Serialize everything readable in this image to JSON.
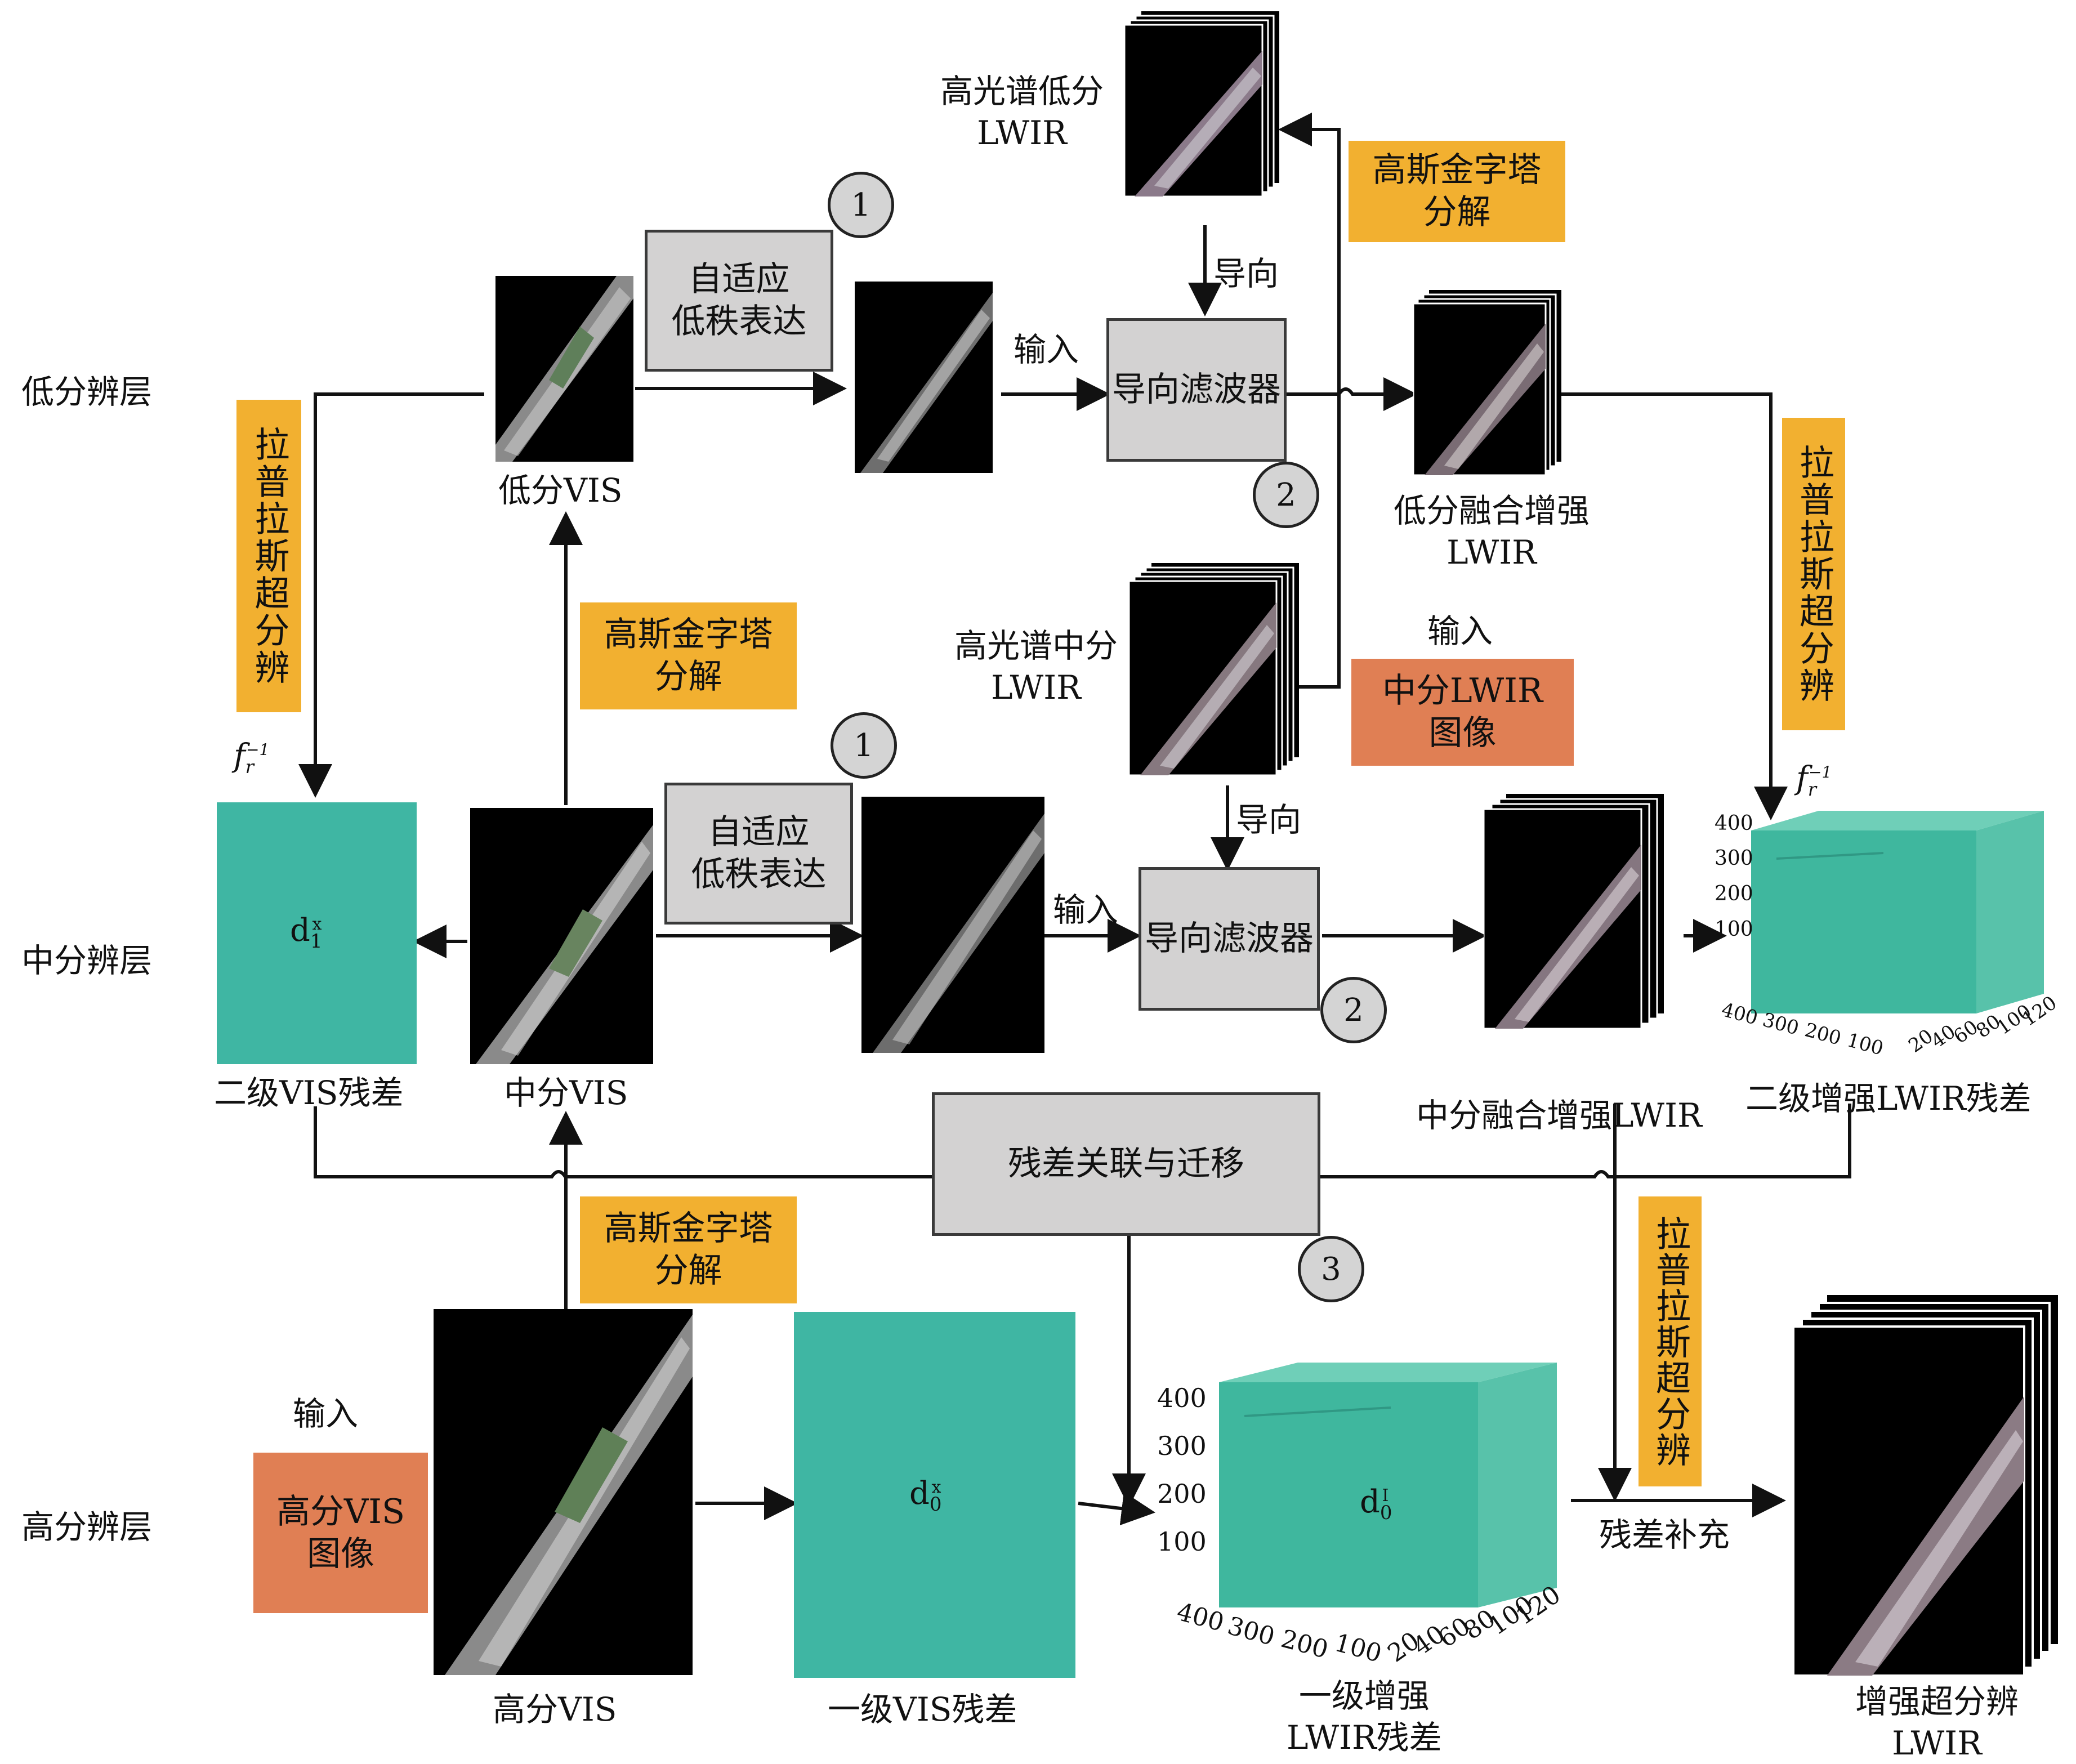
{
  "layers": {
    "low": "低分辨层",
    "mid": "中分辨层",
    "high": "高分辨层"
  },
  "boxes": {
    "adaptive_low_rank_1": "自适应\n低秩表达",
    "adaptive_low_rank_2": "自适应\n低秩表达",
    "guided_filter_1": "导向滤波器",
    "guided_filter_2": "导向滤波器",
    "residual_transfer": "残差关联与迁移",
    "gaussian_pyramid_top": "高斯金字塔\n分解",
    "gaussian_pyramid_mid": "高斯金字塔\n分解",
    "gaussian_pyramid_bottom": "高斯金字塔\n分解",
    "laplacian_left": "拉普拉斯超分辨",
    "laplacian_right": "拉普拉斯超分辨",
    "laplacian_bottom": "拉普拉斯超分辨",
    "mid_lwir_image": "中分LWIR\n图像",
    "high_vis_image": "高分VIS\n图像"
  },
  "labels": {
    "hyperspectral_low_lwir": "高光谱低分\nLWIR",
    "hyperspectral_mid_lwir": "高光谱中分\nLWIR",
    "low_vis": "低分VIS",
    "mid_vis": "中分VIS",
    "high_vis": "高分VIS",
    "low_fused_lwir": "低分融合增强\nLWIR",
    "mid_fused_lwir": "中分融合增强LWIR",
    "second_vis_residual": "二级VIS残差",
    "second_lwir_residual": "二级增强LWIR残差",
    "first_vis_residual": "一级VIS残差",
    "first_lwir_residual": "一级增强\nLWIR残差",
    "enhanced_sr_lwir": "增强超分辨\nLWIR",
    "guide_1": "导向",
    "guide_2": "导向",
    "input_1": "输入",
    "input_2": "输入",
    "input_3": "输入",
    "input_4": "输入",
    "residual_supplement": "残差补充",
    "fr_inverse_left": "f",
    "fr_inverse_right": "f",
    "fr_sub": "r",
    "fr_sup": "−1",
    "d1x_main": "d",
    "d1x_sub": "1",
    "d1x_sup": "x",
    "d0x_main": "d",
    "d0x_sub": "0",
    "d0x_sup": "x",
    "d0i_main": "d",
    "d0i_sub": "0",
    "d0i_sup": "I"
  },
  "circle_numbers": [
    "1",
    "1",
    "2",
    "2",
    "3"
  ],
  "cube_axes": {
    "mid_cube": {
      "z": [
        "400",
        "300",
        "200",
        "100"
      ],
      "depth": [
        "400",
        "300",
        "200",
        "100"
      ],
      "width": [
        "20",
        "40",
        "60",
        "80",
        "100",
        "120"
      ]
    },
    "low_cube": {
      "z": [
        "400",
        "300",
        "200",
        "100"
      ],
      "depth": [
        "400",
        "300",
        "200",
        "100"
      ],
      "width": [
        "20",
        "40",
        "60",
        "80",
        "100",
        "120"
      ]
    }
  },
  "colors": {
    "gray_box": "#d3d2d2",
    "orange_box": "#f2b030",
    "salmon_box": "#e07f54",
    "residual_teal": "#3fb6a3",
    "cube_front": "#3fb79e",
    "cube_side": "#6fcfb8"
  }
}
